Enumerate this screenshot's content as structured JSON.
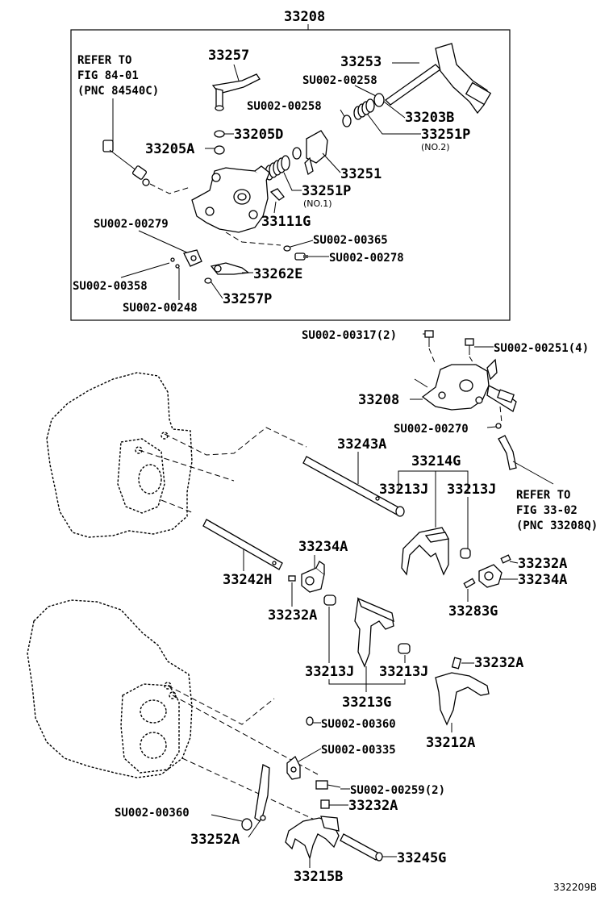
{
  "figure_code": "332209B",
  "assembly": {
    "number": "33208",
    "refer_lines": [
      "REFER TO",
      "FIG 84-01",
      "(PNC 84540C)"
    ],
    "parts": {
      "p33257": "33257",
      "p33253": "33253",
      "su00258a": "SU002-00258",
      "su00258b": "SU002-00258",
      "p33203b": "33203B",
      "p33205d": "33205D",
      "p33251p_no2": "33251P",
      "no2": "(NO.2)",
      "p33205a": "33205A",
      "p33251": "33251",
      "p33251p_no1": "33251P",
      "no1": "(NO.1)",
      "p33111g": "33111G",
      "su00279": "SU002-00279",
      "su00365": "SU002-00365",
      "su00278": "SU002-00278",
      "p33262e": "33262E",
      "su00358": "SU002-00358",
      "p33257p": "33257P",
      "su00248": "SU002-00248"
    }
  },
  "lower": {
    "su00317": "SU002-00317(2)",
    "su00251": "SU002-00251(4)",
    "p33208": "33208",
    "su00270": "SU002-00270",
    "refer_lines": [
      "REFER TO",
      "FIG 33-02",
      "(PNC 33208Q)"
    ],
    "p33243a": "33243A",
    "p33214g": "33214G",
    "p33213j_a": "33213J",
    "p33213j_b": "33213J",
    "p33234a_a": "33234A",
    "p33232a_a": "33232A",
    "p33234a_b": "33234A",
    "p33242h": "33242H",
    "p33232a_b": "33232A",
    "p33283g": "33283G",
    "p33213j_c": "33213J",
    "p33213j_d": "33213J",
    "p33232a_c": "33232A",
    "p33213g": "33213G",
    "p33212a": "33212A",
    "su00360a": "SU002-00360",
    "su00335": "SU002-00335",
    "su00259": "SU002-00259(2)",
    "su00360b": "SU002-00360",
    "p33232a_d": "33232A",
    "p33252a": "33252A",
    "p33245g": "33245G",
    "p33215b": "33215B"
  }
}
